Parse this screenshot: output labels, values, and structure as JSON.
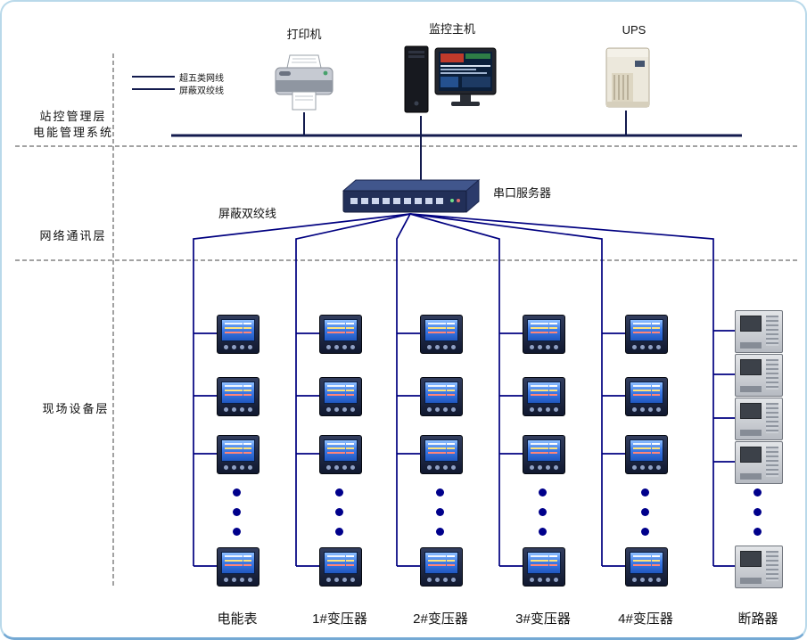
{
  "diagram": {
    "legend": {
      "items": [
        {
          "label": "超五类网线"
        },
        {
          "label": "屏蔽双绞线"
        }
      ]
    },
    "layers": {
      "station": {
        "line1": "站控管理层",
        "line2": "电能管理系统"
      },
      "network": {
        "label": "网络通讯层"
      },
      "field": {
        "label": "现场设备层"
      }
    },
    "top_devices": {
      "printer": {
        "label": "打印机"
      },
      "host": {
        "label": "监控主机"
      },
      "ups": {
        "label": "UPS"
      }
    },
    "network_layer": {
      "serial_server": {
        "label": "串口服务器"
      },
      "cable_label": "屏蔽双绞线"
    },
    "field_columns": [
      {
        "label": "电能表",
        "device": "power-meter",
        "visible_devices": 4,
        "ellipsis": true
      },
      {
        "label": "1#变压器",
        "device": "power-meter",
        "visible_devices": 4,
        "ellipsis": true
      },
      {
        "label": "2#变压器",
        "device": "power-meter",
        "visible_devices": 4,
        "ellipsis": true
      },
      {
        "label": "3#变压器",
        "device": "power-meter",
        "visible_devices": 4,
        "ellipsis": true
      },
      {
        "label": "4#变压器",
        "device": "power-meter",
        "visible_devices": 4,
        "ellipsis": true
      },
      {
        "label": "断路器",
        "device": "circuit-breaker",
        "visible_devices": 5,
        "ellipsis": true
      }
    ],
    "colors": {
      "wire": "#000080",
      "bus": "#131b4e",
      "dot": "#00008B",
      "meter_screen": "#3f7ce8",
      "canvas_border": "#b9d9ea"
    }
  }
}
